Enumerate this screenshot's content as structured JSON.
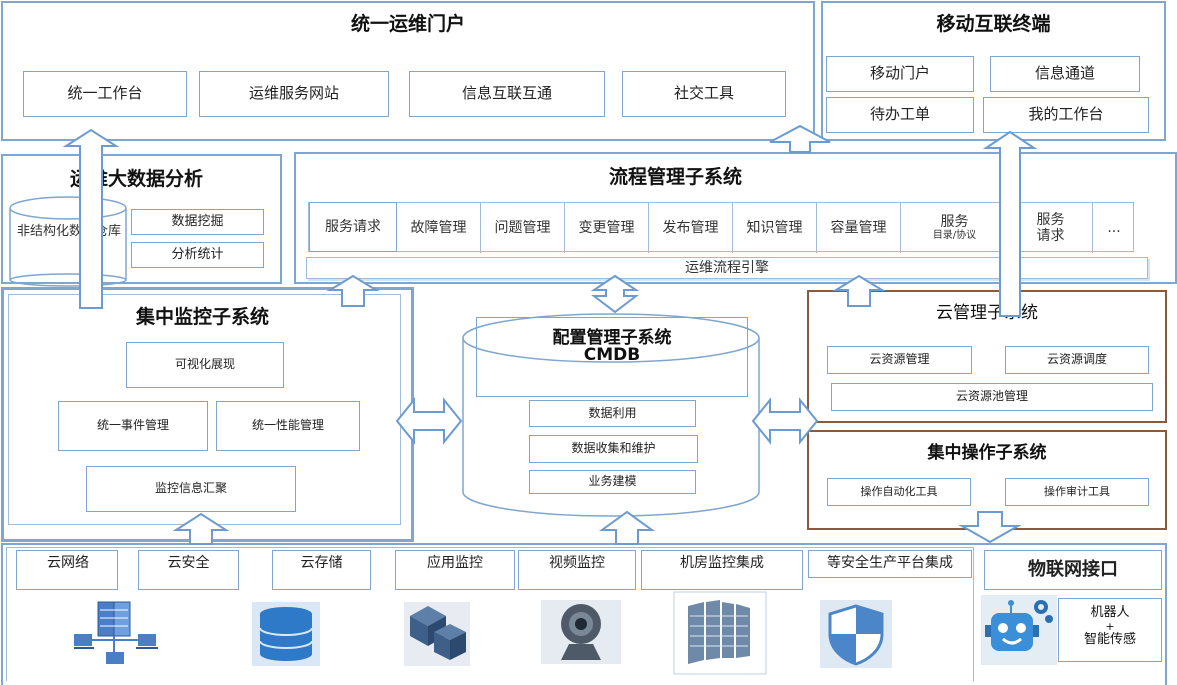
{
  "portal": {
    "title": "统一运维门户",
    "items": [
      "统一工作台",
      "运维服务网站",
      "信息互联互通",
      "社交工具"
    ]
  },
  "mobile": {
    "title": "移动互联终端",
    "items": [
      "移动门户",
      "信息通道",
      "待办工单",
      "我的工作台"
    ]
  },
  "bigdata": {
    "title": "运维大数据分析",
    "store": "非结构化数据仓库",
    "items": [
      "数据挖掘",
      "分析统计"
    ]
  },
  "process": {
    "title": "流程管理子系统",
    "items": [
      {
        "label": "服务请求"
      },
      {
        "label": "故障管理"
      },
      {
        "label": "问题管理"
      },
      {
        "label": "变更管理"
      },
      {
        "label": "发布管理"
      },
      {
        "label": "知识管理"
      },
      {
        "label": "容量管理"
      },
      {
        "label": "服务",
        "sub": "目录/协议"
      },
      {
        "label": "服务",
        "sub": "请求"
      },
      {
        "label": "..."
      }
    ],
    "engine": "运维流程引擎"
  },
  "monitor": {
    "title": "集中监控子系统",
    "items": [
      "可视化展现",
      "统一事件管理",
      "统一性能管理",
      "监控信息汇聚"
    ]
  },
  "cmdb": {
    "title": "配置管理子系统",
    "subtitle": "CMDB",
    "items": [
      "数据利用",
      "数据收集和维护",
      "业务建模"
    ]
  },
  "cloud": {
    "title": "云管理子系统",
    "items": [
      "云资源管理",
      "云资源调度",
      "云资源池管理"
    ]
  },
  "ops": {
    "title": "集中操作子系统",
    "items": [
      "操作自动化工具",
      "操作审计工具"
    ]
  },
  "bottom": {
    "items": [
      "云网络",
      "云安全",
      "云存储",
      "应用监控",
      "视频监控",
      "机房监控集成",
      "等安全生产平台集成"
    ]
  },
  "iot": {
    "title": "物联网接口",
    "line1": "机器人",
    "plus": "+",
    "line2": "智能传感"
  },
  "colors": {
    "border": "#7ea6d0",
    "arrow": "#6b9bd1",
    "brown": "#8b5a3c"
  }
}
